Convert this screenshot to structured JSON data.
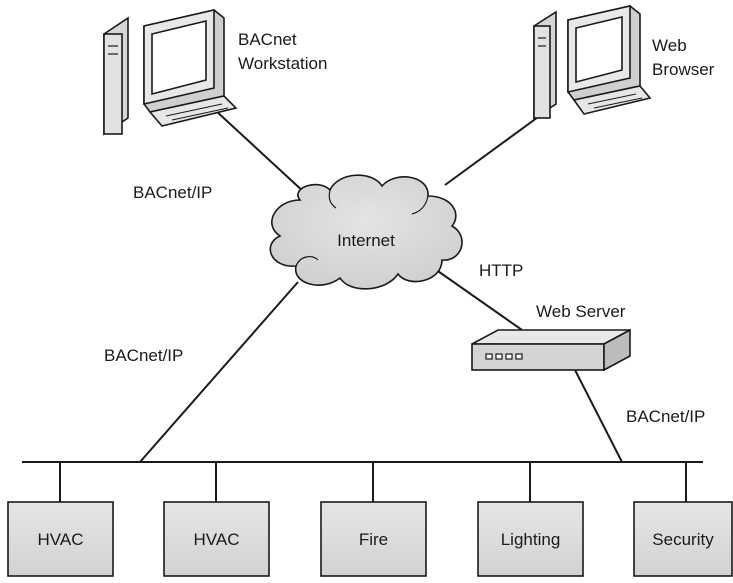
{
  "workstation": {
    "line1": "BACnet",
    "line2": "Workstation"
  },
  "browser": {
    "line1": "Web",
    "line2": "Browser"
  },
  "cloud_label": "Internet",
  "web_server_label": "Web Server",
  "links": {
    "workstation_internet": "BACnet/IP",
    "internet_bus": "BACnet/IP",
    "internet_server": "HTTP",
    "server_bus": "BACnet/IP"
  },
  "devices": [
    {
      "label": "HVAC"
    },
    {
      "label": "HVAC"
    },
    {
      "label": "Fire"
    },
    {
      "label": "Lighting"
    },
    {
      "label": "Security"
    }
  ]
}
